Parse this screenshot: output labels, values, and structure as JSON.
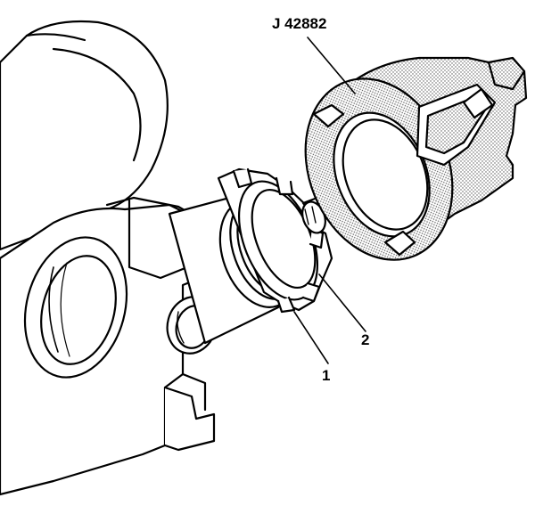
{
  "figure": {
    "callouts": {
      "tool": "J 42882",
      "part_1": "1",
      "part_2": "2"
    }
  }
}
